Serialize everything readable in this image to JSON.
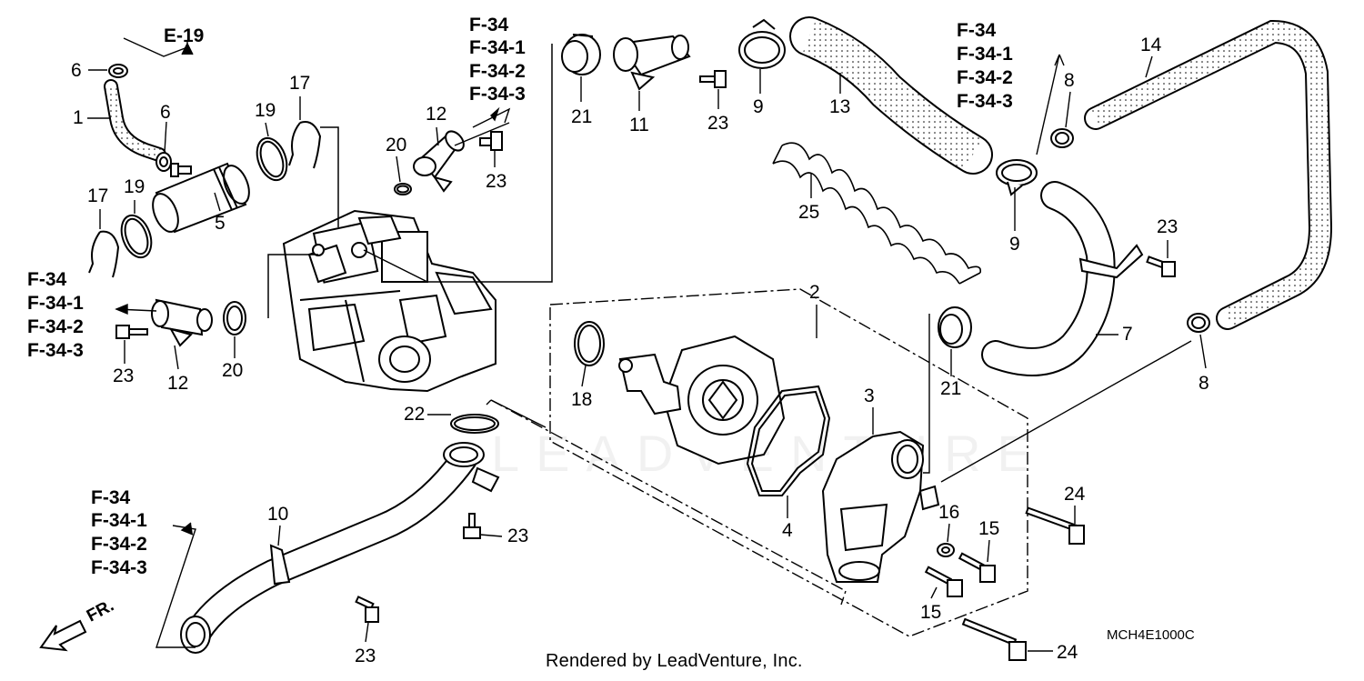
{
  "diagram": {
    "footer": "Rendered by LeadVenture, Inc.",
    "part_code": "MCH4E1000C",
    "watermark": "LEADVENTURE",
    "front_label": "FR.",
    "section_refs": {
      "e19": "E-19",
      "f34": [
        "F-34",
        "F-34-1",
        "F-34-2",
        "F-34-3"
      ]
    },
    "callouts": {
      "n1": "1",
      "n2": "2",
      "n3": "3",
      "n4": "4",
      "n5": "5",
      "n6a": "6",
      "n6b": "6",
      "n7": "7",
      "n8a": "8",
      "n8b": "8",
      "n9a": "9",
      "n9b": "9",
      "n10": "10",
      "n11": "11",
      "n12a": "12",
      "n12b": "12",
      "n13": "13",
      "n14": "14",
      "n15a": "15",
      "n15b": "15",
      "n16": "16",
      "n17a": "17",
      "n17b": "17",
      "n18": "18",
      "n19a": "19",
      "n19b": "19",
      "n20a": "20",
      "n20b": "20",
      "n21a": "21",
      "n21b": "21",
      "n22": "22",
      "n23a": "23",
      "n23b": "23",
      "n23c": "23",
      "n23d": "23",
      "n23e": "23",
      "n23f": "23",
      "n24a": "24",
      "n24b": "24",
      "n25": "25"
    }
  }
}
